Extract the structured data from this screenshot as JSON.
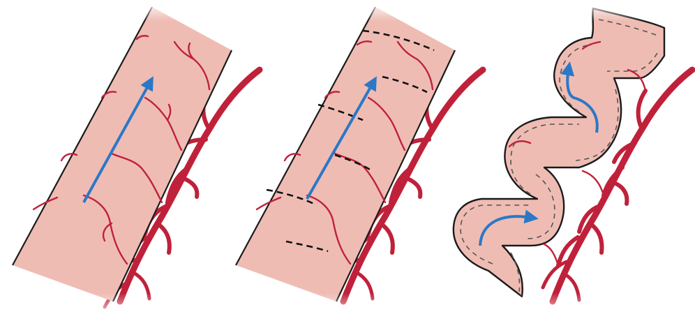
{
  "colors": {
    "background": "#ffffff",
    "bowel_fill": "#efbcb4",
    "outline": "#1b1b1b",
    "vessel": "#c0213a",
    "arrow": "#2a78c7"
  },
  "panels": [
    {
      "name": "straight-bowel-segment",
      "cut_lines": 0,
      "arrows": 1
    },
    {
      "name": "straight-bowel-segment-with-cut-lines",
      "cut_lines": 6,
      "arrows": 1
    },
    {
      "name": "folded-bowel-segment",
      "cut_lines": 0,
      "arrows": 2
    }
  ]
}
